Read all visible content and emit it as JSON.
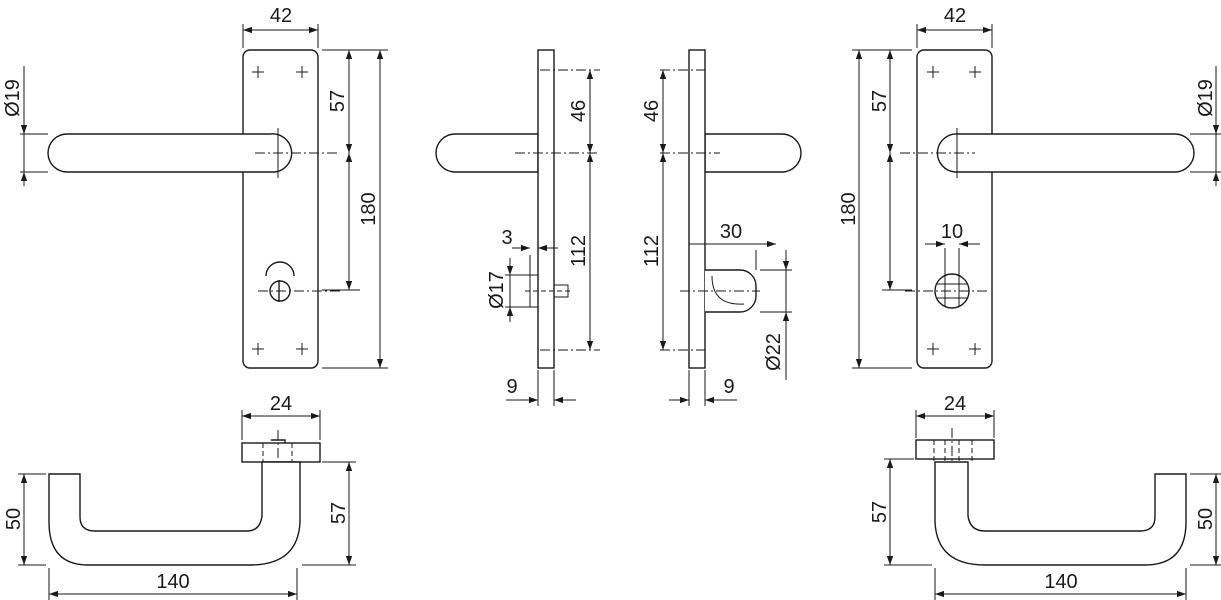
{
  "figure": {
    "front_left": {
      "width": "42",
      "handle_diameter": "Ø19",
      "upper_distance": "57",
      "overall_height": "180"
    },
    "side_left": {
      "upper_distance": "46",
      "lower_distance": "112",
      "spindle_offset": "3",
      "spindle_diameter": "Ø17",
      "plate_thickness": "9"
    },
    "side_right": {
      "upper_distance": "46",
      "lower_distance": "112",
      "turn_length": "30",
      "turn_diameter": "Ø22",
      "plate_thickness": "9"
    },
    "front_right": {
      "width": "42",
      "upper_distance": "57",
      "overall_height": "180",
      "handle_diameter": "Ø19",
      "cylinder_width": "10"
    },
    "top_left": {
      "rose_width": "24",
      "height": "50",
      "projection": "57",
      "length": "140"
    },
    "top_right": {
      "rose_width": "24",
      "projection": "57",
      "height": "50",
      "length": "140"
    }
  }
}
